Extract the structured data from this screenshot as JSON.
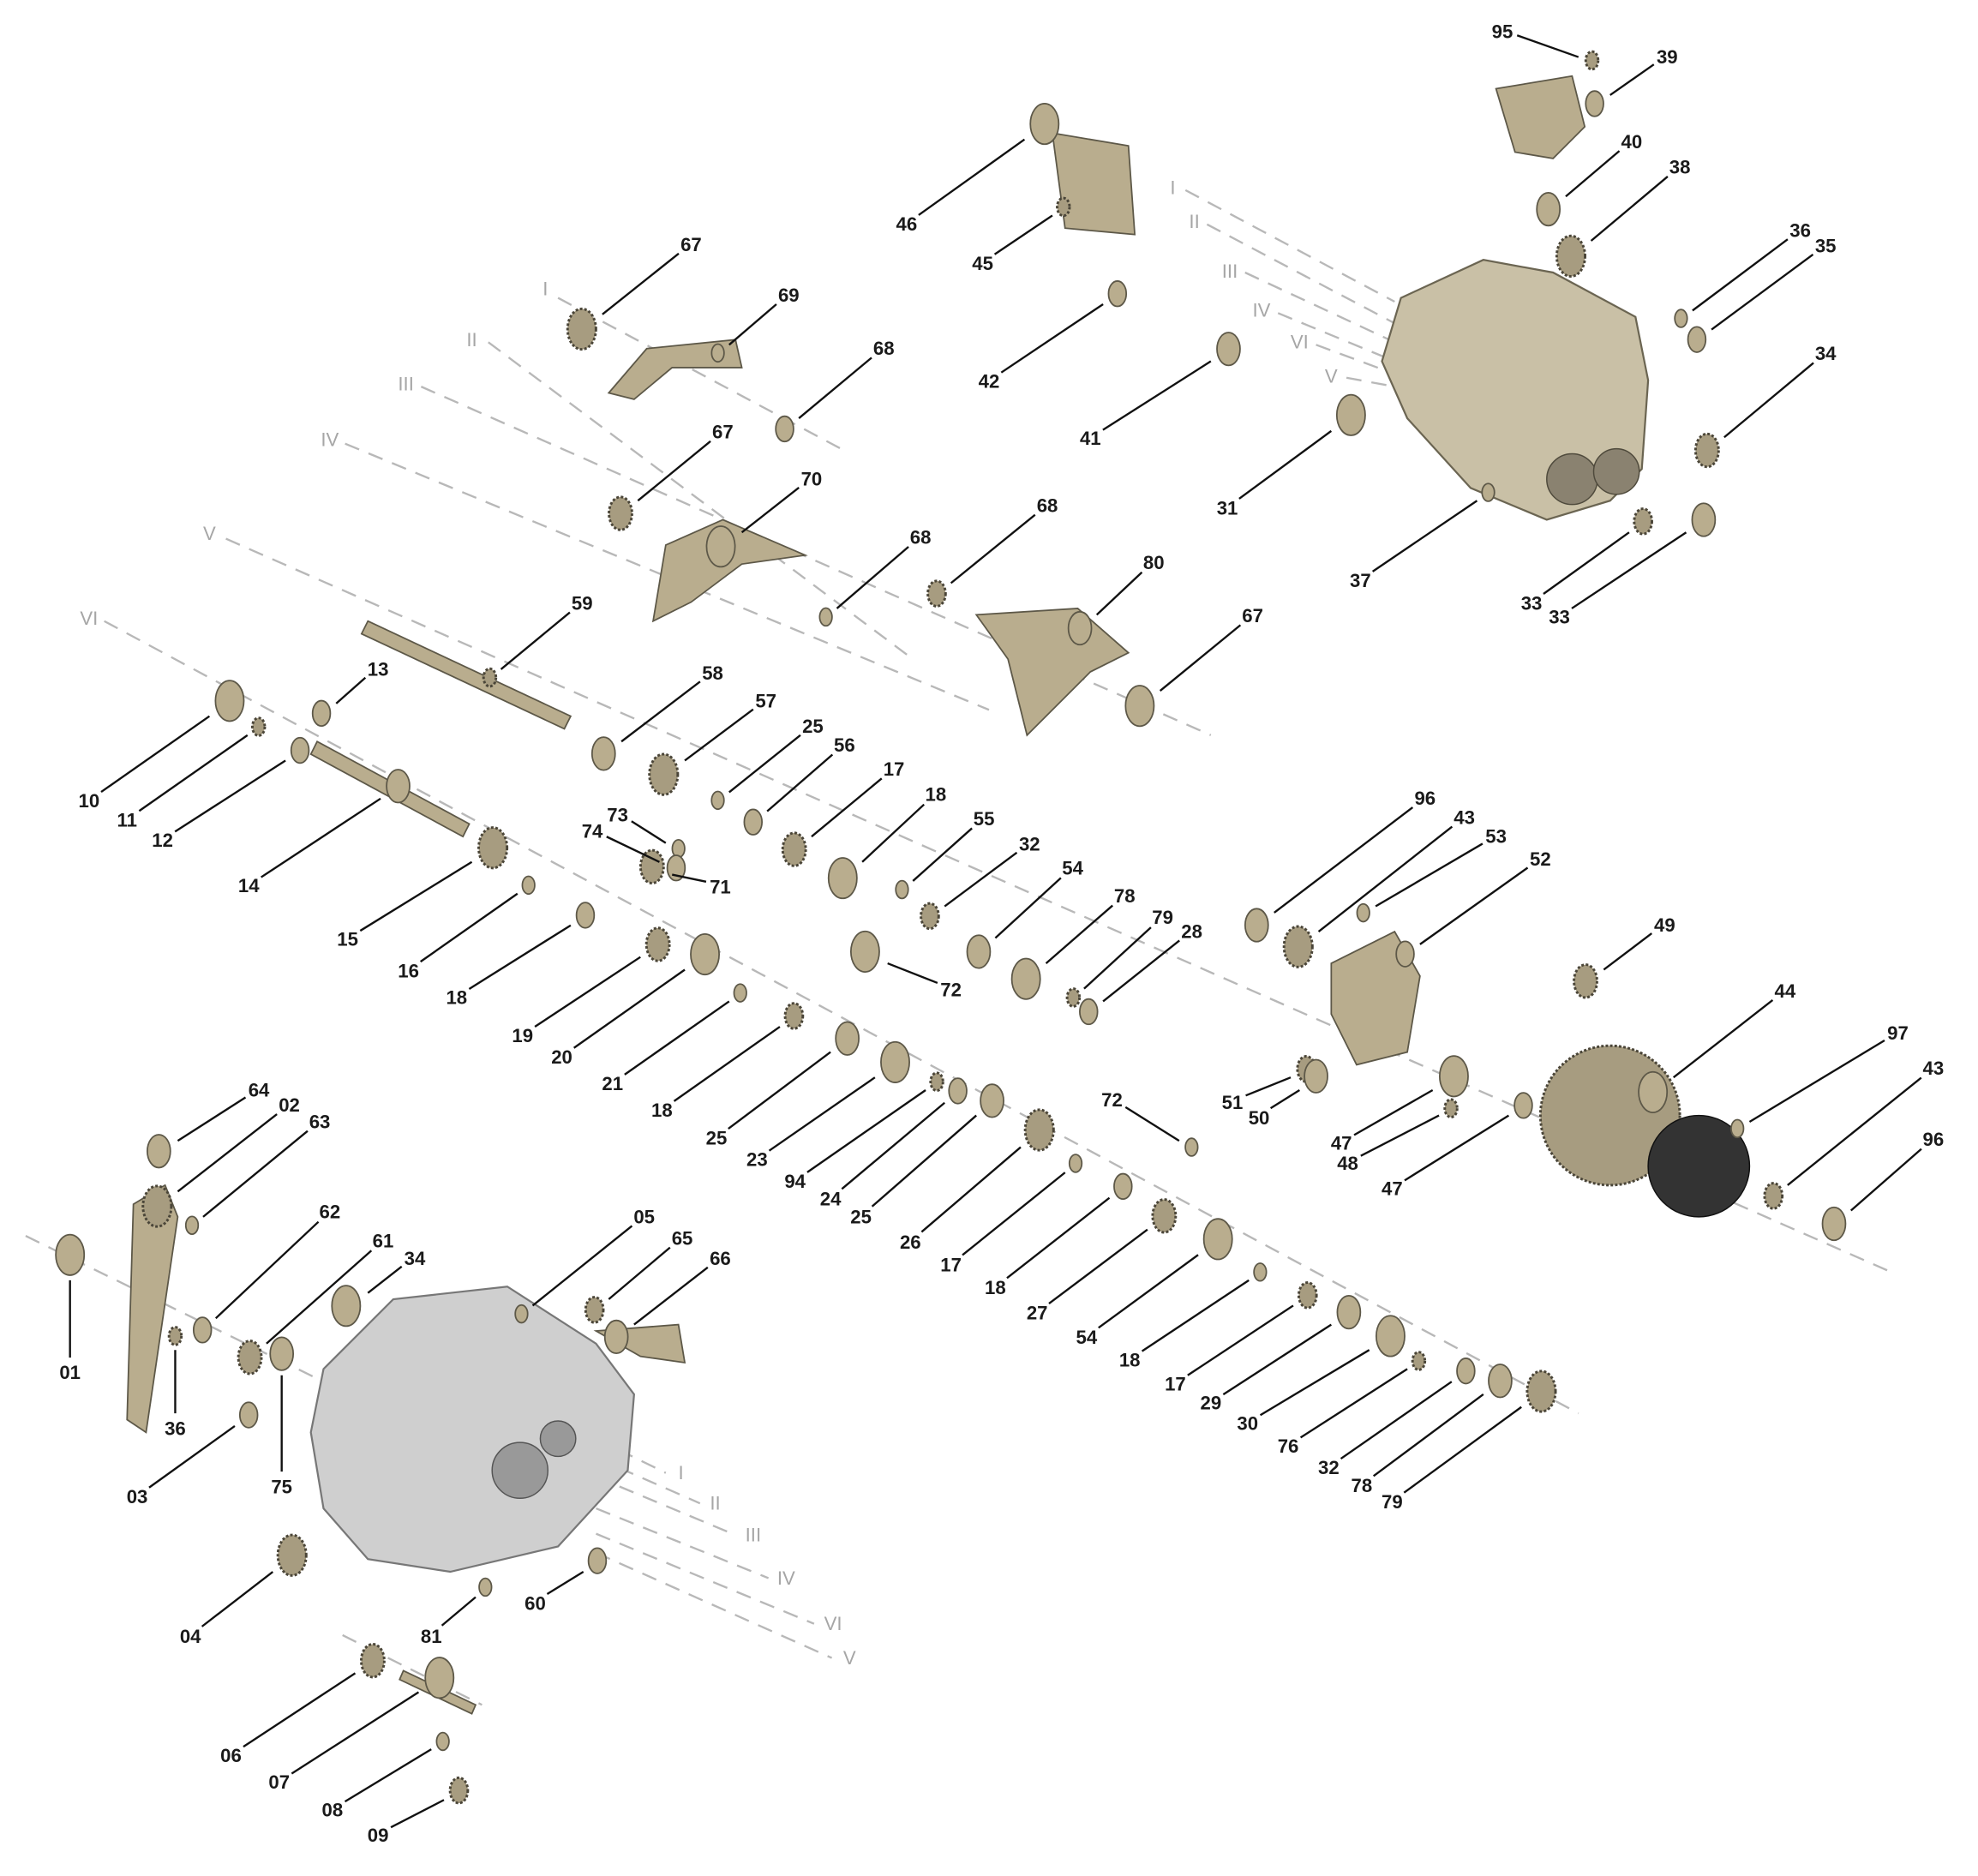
{
  "diagram": {
    "type": "exploded-parts-view",
    "callouts": [
      "95",
      "39",
      "40",
      "38",
      "36",
      "35",
      "34",
      "31",
      "37",
      "33",
      "33",
      "46",
      "45",
      "42",
      "41",
      "67",
      "69",
      "68",
      "67",
      "70",
      "68",
      "68",
      "80",
      "67",
      "59",
      "13",
      "58",
      "57",
      "25",
      "56",
      "17",
      "18",
      "55",
      "32",
      "54",
      "78",
      "79",
      "28",
      "96",
      "43",
      "53",
      "52",
      "49",
      "44",
      "97",
      "43",
      "96",
      "10",
      "11",
      "12",
      "14",
      "15",
      "16",
      "18",
      "19",
      "20",
      "21",
      "18",
      "25",
      "23",
      "94",
      "24",
      "25",
      "26",
      "17",
      "18",
      "27",
      "54",
      "18",
      "17",
      "29",
      "30",
      "76",
      "32",
      "78",
      "79",
      "73",
      "74",
      "71",
      "72",
      "72",
      "51",
      "50",
      "47",
      "48",
      "47",
      "64",
      "02",
      "63",
      "62",
      "61",
      "34",
      "05",
      "65",
      "66",
      "01",
      "36",
      "03",
      "75",
      "04",
      "81",
      "60",
      "06",
      "07",
      "08",
      "09"
    ],
    "axis_labels": [
      "I",
      "II",
      "III",
      "IV",
      "VI",
      "V",
      "I",
      "II",
      "III",
      "IV",
      "V",
      "VI",
      "I",
      "II",
      "III",
      "IV",
      "VI",
      "V"
    ],
    "colors": {
      "callout_text": "#1a1a1a",
      "axis_text": "#a6a6a6",
      "casting": "#c9c0a6",
      "gear": "#a79c80"
    }
  }
}
